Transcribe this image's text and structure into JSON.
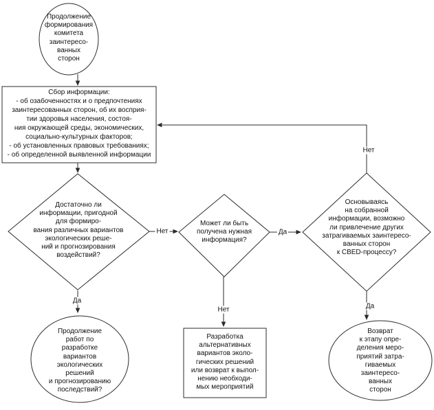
{
  "colors": {
    "background": "#ffffff",
    "stroke": "#2b2b2b",
    "text": "#111111"
  },
  "nodes": {
    "start": {
      "shape": "ellipse",
      "text": "Продолжение\nформирования\nкомитета\nзаинтересо-\nванных\nсторон"
    },
    "collect_info": {
      "shape": "rect",
      "text": "Сбор информации:\n- об озабоченностях и о предпочтениях\nзаинтересованных сторон, об их восприя-\nтии здоровья населения, состоя-\nния окружающей среды, экономических,\nсоциально-культурных факторов;\n- об установленных правовых требованиях;\n- об определенной выявленной информации"
    },
    "decision_enough_info": {
      "shape": "diamond",
      "text": "Достаточно ли\nинформации, пригодной\nдля формиро-\nвания различных вариантов\nэкологических реше-\nний и прогнозирования\nвоздействий?"
    },
    "decision_can_obtain": {
      "shape": "diamond",
      "text": "Может ли быть\nполучена нужная\nинформация?"
    },
    "decision_engage_others": {
      "shape": "diamond",
      "text": "Основываясь\nна собранной\nинформации, возможно\nли привлечение других\nзатрагиваемых заинтересо-\nванных сторон\nк CBED-процессу?"
    },
    "continue_work": {
      "shape": "ellipse",
      "text": "Продолжение\nработ по\nразработке\nвариантов\nэкологических\nрешений\nи прогнозированию\nпоследствий?"
    },
    "develop_alternatives": {
      "shape": "rect",
      "text": "Разработка\nальтернативных\nвариантов эколо-\nгических решений\nили возврат к выпол-\nнению необходи-\nмых мероприятий"
    },
    "return_to_stage": {
      "shape": "ellipse",
      "text": "Возврат\nк этапу опре-\nделения меро-\nприятий затра-\nгиваемых\nзаинтересо-\nванных\nсторон"
    }
  },
  "edge_labels": {
    "enough_no": "Нет",
    "can_obtain_yes": "Да",
    "engage_no": "Нет",
    "enough_yes": "Да",
    "can_obtain_no": "Нет",
    "engage_yes": "Да"
  }
}
